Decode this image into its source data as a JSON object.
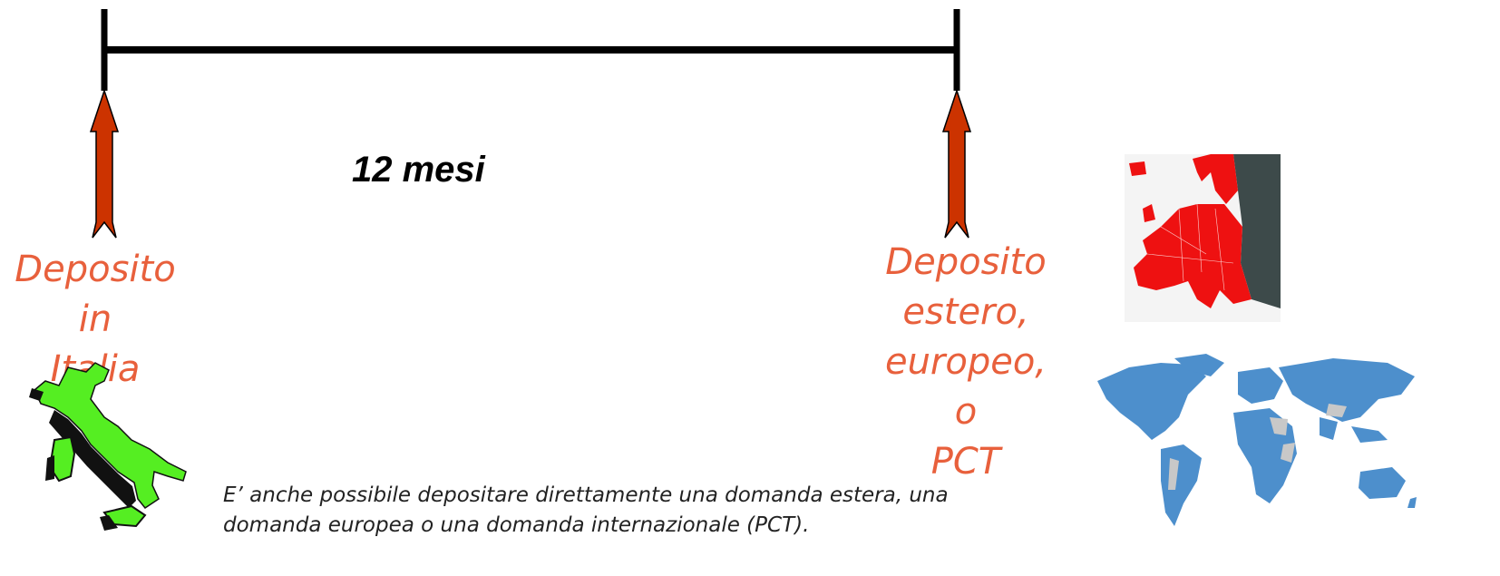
{
  "timeline": {
    "duration_label": "12 mesi"
  },
  "start": {
    "label": "Deposito in\nItalia",
    "map_icon": "italy-map-icon",
    "map_color": "#55ee22"
  },
  "end": {
    "label": "Deposito\nestero,\neuropeo, o\nPCT",
    "europe_map_icon": "europe-map-icon",
    "europe_color": "#ee1111",
    "world_map_icon": "world-map-icon",
    "world_color": "#4d8fcc"
  },
  "arrow_color": "#cc3300",
  "note": "E’ anche possibile depositare direttamente una domanda estera, una domanda europea o una domanda internazionale (PCT)."
}
